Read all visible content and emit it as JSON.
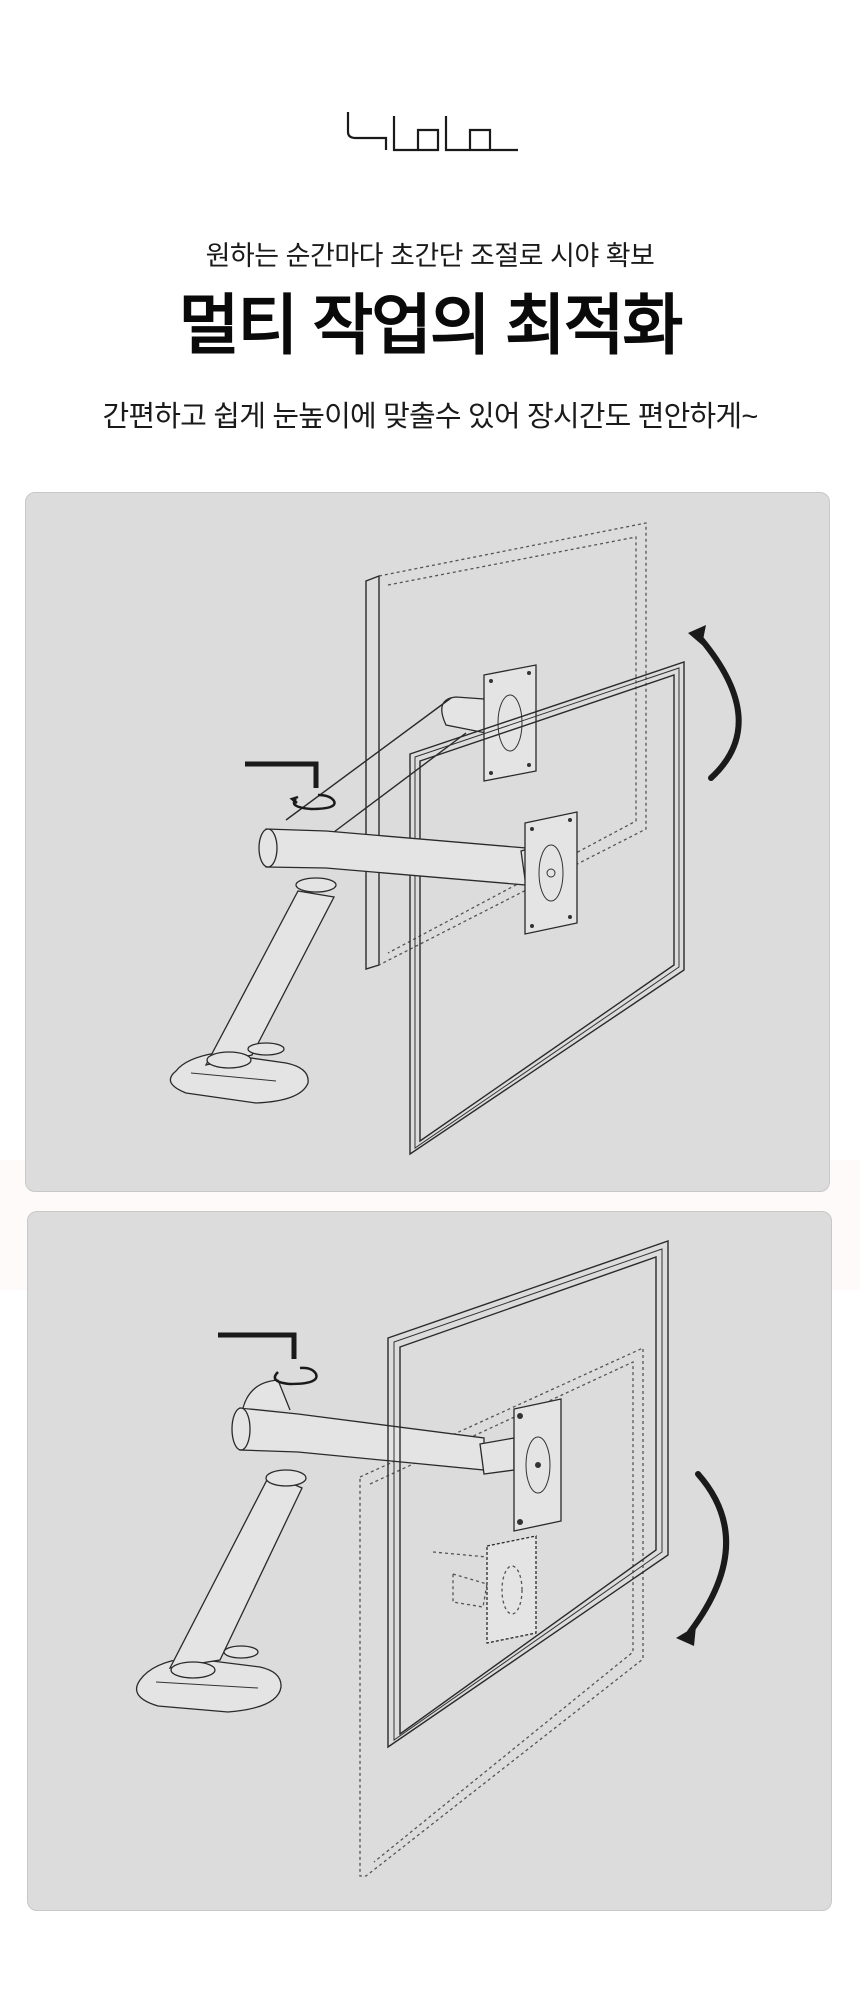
{
  "brand": {
    "logo_text": "ㄴㅂㅂ",
    "logo_color": "#1a1a1a"
  },
  "header": {
    "subtitle": "원하는 순간마다 초간단 조절로 시야 확보",
    "title": "멀티 작업의 최적화",
    "description": "간편하고 쉽게 눈높이에 맞출수 있어 장시간도 편안하게~"
  },
  "colors": {
    "panel_bg": "#dcdcdc",
    "line": "#2a2a2a",
    "arrow": "#1a1a1a"
  },
  "illustrations": [
    {
      "icon": "monitor-arm-tilt-up-illustration"
    },
    {
      "icon": "monitor-arm-tilt-down-illustration"
    }
  ]
}
